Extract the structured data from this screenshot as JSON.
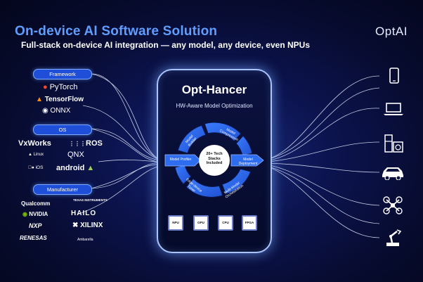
{
  "header": {
    "title": "On-device AI Software Solution",
    "subtitle": "Full-stack on-device AI integration — any model, any device, even NPUs",
    "brand": "OptAI"
  },
  "groups": {
    "framework": {
      "label": "Framework",
      "logos": [
        "PyTorch",
        "TensorFlow",
        "ONNX"
      ]
    },
    "os": {
      "label": "OS",
      "logos": [
        "VxWorks",
        "ROS",
        "Linux",
        "QNX",
        "iOS",
        "android"
      ]
    },
    "manufacturer": {
      "label": "Manufacturer",
      "logos": [
        "Qualcomm",
        "TEXAS INSTRUMENTS",
        "NVIDIA",
        "HAILO",
        "NXP",
        "XILINX",
        "RENESAS",
        "Ambarella"
      ]
    }
  },
  "panel": {
    "title": "Opt-Hancer",
    "subtitle": "HW-Aware Model Optimization",
    "center": "20+ Tech Stacks Included",
    "cycle": [
      "Model Builder",
      "Model Compression",
      "Model Deployment",
      "Multi-Model Orchestration",
      "Edge-device Tuner",
      "Model Profiler"
    ],
    "chips": [
      "NPU",
      "GPU",
      "CPU",
      "FPGA"
    ]
  },
  "devices": [
    "smartphone-icon",
    "laptop-icon",
    "appliance-icon",
    "car-icon",
    "drone-icon",
    "robot-arm-icon"
  ],
  "colors": {
    "title": "#5f9dff",
    "accent": "#1f4fd8",
    "cycle": "#2f6df0",
    "background": "#070b2e"
  }
}
